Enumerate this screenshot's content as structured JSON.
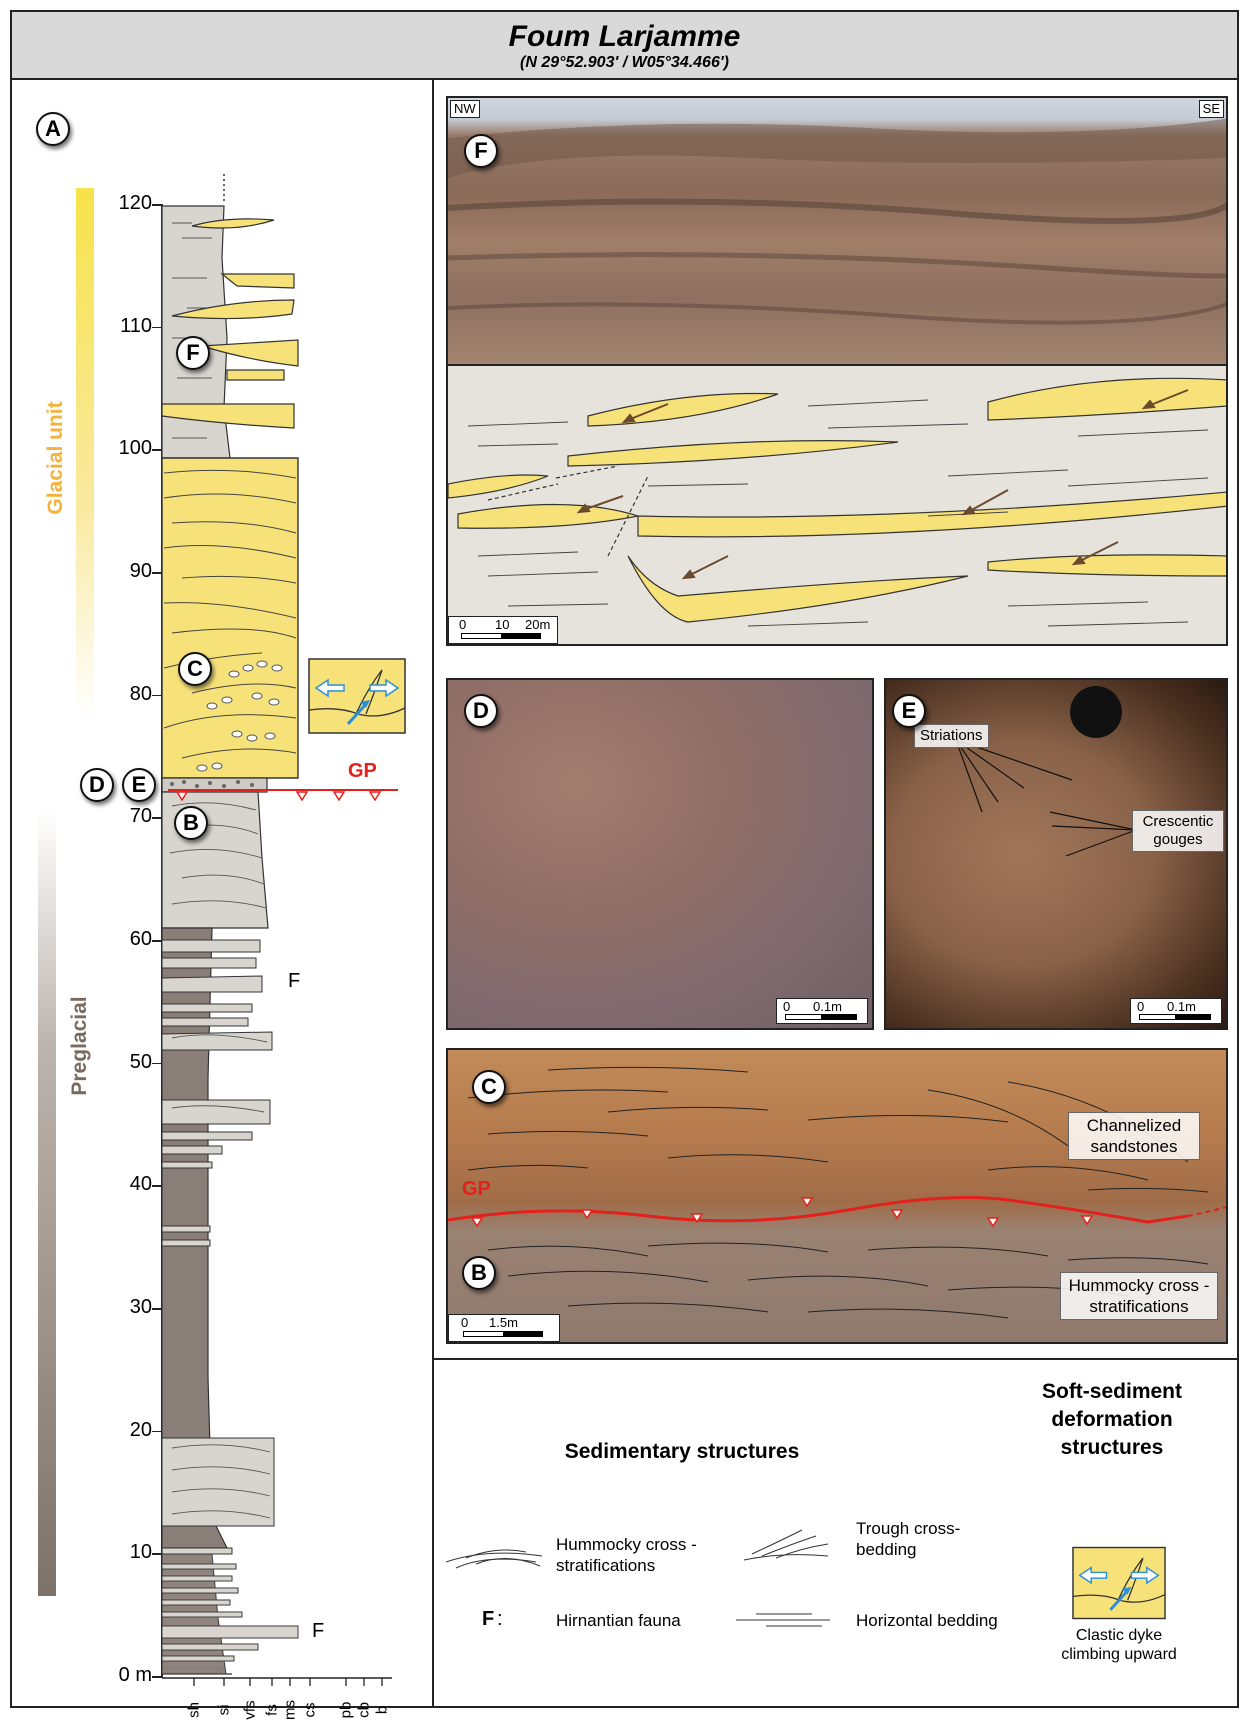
{
  "header": {
    "title": "Foum Larjamme",
    "coords": "(N 29°52.903' / W05°34.466')"
  },
  "log": {
    "panel_label": "A",
    "units": {
      "upper": "Glacial unit",
      "lower": "Preglacial"
    },
    "depth_ticks": [
      "120",
      "110",
      "100",
      "90",
      "80",
      "70",
      "60",
      "50",
      "40",
      "30",
      "20",
      "10",
      "0 m"
    ],
    "grain_sizes": [
      "sh",
      "si",
      "vfs",
      "fs",
      "ms",
      "cs",
      "pb",
      "cb",
      "b"
    ],
    "gp_label": "GP",
    "fauna_marks": [
      "F",
      "F"
    ],
    "markers": [
      "F",
      "C",
      "D",
      "E",
      "B"
    ]
  },
  "photos": {
    "F": {
      "label": "F",
      "nw": "NW",
      "se": "SE",
      "scale": [
        "0",
        "10",
        "20m"
      ]
    },
    "D": {
      "label": "D",
      "scale": "0.1m",
      "scale_zero": "0"
    },
    "E": {
      "label": "E",
      "scale": "0.1m",
      "scale_zero": "0",
      "striations": "Striations",
      "gouges": "Crescentic gouges"
    },
    "CB": {
      "label_c": "C",
      "label_b": "B",
      "gp": "GP",
      "channelized": "Channelized sandstones",
      "hummocky": "Hummocky cross -stratifications",
      "scale": "1.5m",
      "scale_zero": "0"
    }
  },
  "legend": {
    "sed_title": "Sedimentary structures",
    "ssd_title": "Soft-sediment deformation structures",
    "hummocky": "Hummocky cross -stratifications",
    "trough": "Trough cross- bedding",
    "fauna_key": "F",
    "fauna": "Hirnantian fauna",
    "horizontal": "Horizontal bedding",
    "dyke": "Clastic dyke climbing upward"
  },
  "colors": {
    "sand": "#f7e27a",
    "shale": "#8a7f78",
    "silt": "#d8d5cf",
    "gp": "#e3201b",
    "arrow": "#2a8fd6",
    "brown_arrow": "#6b4a2e"
  }
}
